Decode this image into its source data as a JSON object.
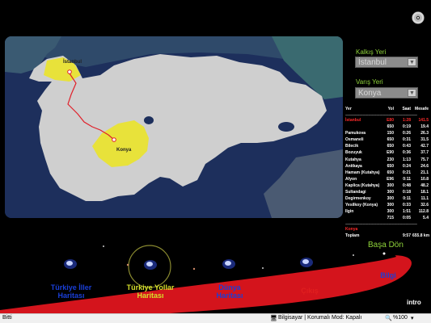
{
  "map": {
    "origin_label": "İstanbul",
    "destination_label": "Konya",
    "colors": {
      "sea": "#1d2f5c",
      "land": "#cfcfcf",
      "highlight": "#e8e23a",
      "route": "#e0202a"
    }
  },
  "panel": {
    "departure_label": "Kalkış Yeri",
    "departure_value": "İstanbul",
    "arrival_label": "Varış Yeri",
    "arrival_value": "Konya",
    "accent_color": "#8fd43a"
  },
  "route_table": {
    "headers": [
      "Yer",
      "Yol",
      "Saat",
      "Mesafe"
    ],
    "separator": "----------------------------------------------------------------------------",
    "rows": [
      {
        "place": "İstanbul",
        "road": "E80",
        "time": "1:28",
        "distance": "141.5",
        "highlight": true
      },
      {
        "place": "",
        "road": "650",
        "time": "0:19",
        "distance": "19.4"
      },
      {
        "place": "Pamukova",
        "road": "150",
        "time": "0:26",
        "distance": "26.3"
      },
      {
        "place": "Osmaneli",
        "road": "650",
        "time": "0:31",
        "distance": "31.5"
      },
      {
        "place": "Bilecik",
        "road": "650",
        "time": "0:43",
        "distance": "42.7"
      },
      {
        "place": "Bozuyuk",
        "road": "E90",
        "time": "0:36",
        "distance": "37.7"
      },
      {
        "place": "Kutahya",
        "road": "230",
        "time": "1:13",
        "distance": "75.7"
      },
      {
        "place": "Anitkaya",
        "road": "650",
        "time": "0:24",
        "distance": "24.6"
      },
      {
        "place": "Hamam (Kutahya)",
        "road": "650",
        "time": "0:21",
        "distance": "21.1"
      },
      {
        "place": "Afyon",
        "road": "E96",
        "time": "0:11",
        "distance": "10.8"
      },
      {
        "place": "Kaplica (Kutahya)",
        "road": "300",
        "time": "0:48",
        "distance": "48.2"
      },
      {
        "place": "Sultandagi",
        "road": "300",
        "time": "0:18",
        "distance": "18.1"
      },
      {
        "place": "Degirmenkoy",
        "road": "300",
        "time": "0:11",
        "distance": "11.1"
      },
      {
        "place": "Yesilkoy (Konya)",
        "road": "300",
        "time": "0:33",
        "distance": "32.6"
      },
      {
        "place": "Ilgin",
        "road": "300",
        "time": "1:51",
        "distance": "112.8"
      },
      {
        "place": "",
        "road": "715",
        "time": "0:05",
        "distance": "5.4"
      }
    ],
    "destination": "Konya",
    "total_label": "Toplam",
    "total_time": "9:57",
    "total_distance": "655.8 km"
  },
  "back_label": "Başa Dön",
  "nav": {
    "items": [
      {
        "label": "Türkiye İller Haritası",
        "color": "#1a3fd8"
      },
      {
        "label": "Türkiye Yollar Haritası",
        "color": "#d6e02a"
      },
      {
        "label": "Dünya Haritası",
        "color": "#1a3fd8"
      },
      {
        "label": "Çıkış",
        "color": "#e01f1f"
      },
      {
        "label": "Bilgi",
        "color": "#1a3fd8"
      }
    ],
    "intro_label": "intro",
    "arc_color": "#d4141c"
  },
  "statusbar": {
    "left_text": "Bitti",
    "zone_text": "Bilgisayar | Korumalı Mod: Kapalı",
    "zoom_text": "%100"
  }
}
